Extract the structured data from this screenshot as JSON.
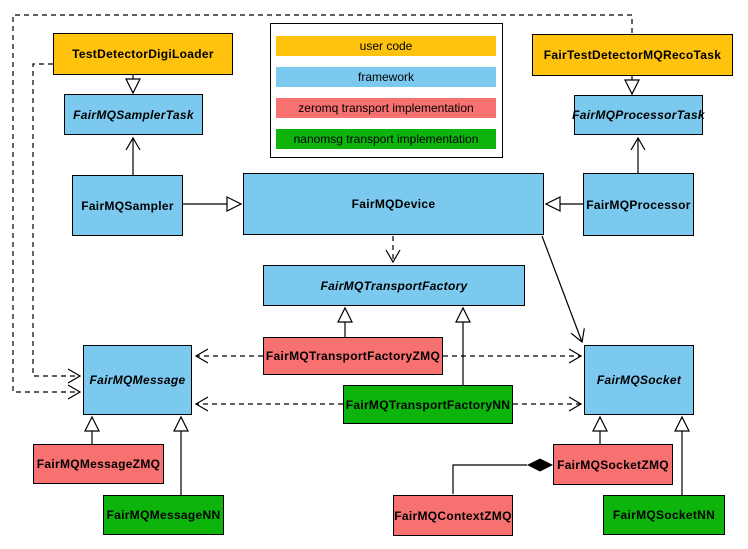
{
  "legend": {
    "items": [
      {
        "label": "user code",
        "color": "#FFC20D"
      },
      {
        "label": "framework",
        "color": "#7CC9EF"
      },
      {
        "label": "zeromq transport implementation",
        "color": "#F87171"
      },
      {
        "label": "nanomsg transport implementation",
        "color": "#0CB40C"
      }
    ]
  },
  "nodes": {
    "testDetectorDigiLoader": {
      "label": "TestDetectorDigiLoader",
      "category": "user code",
      "abstract": false
    },
    "fairTestDetectorMQRecoTask": {
      "label": "FairTestDetectorMQRecoTask",
      "category": "user code",
      "abstract": false
    },
    "fairMQSamplerTask": {
      "label": "FairMQSamplerTask",
      "category": "framework",
      "abstract": true
    },
    "fairMQProcessorTask": {
      "label": "FairMQProcessorTask",
      "category": "framework",
      "abstract": true
    },
    "fairMQSampler": {
      "label": "FairMQSampler",
      "category": "framework",
      "abstract": false
    },
    "fairMQDevice": {
      "label": "FairMQDevice",
      "category": "framework",
      "abstract": false
    },
    "fairMQProcessor": {
      "label": "FairMQProcessor",
      "category": "framework",
      "abstract": false
    },
    "fairMQTransportFactory": {
      "label": "FairMQTransportFactory",
      "category": "framework",
      "abstract": true
    },
    "fairMQTransportFactoryZMQ": {
      "label": "FairMQTransportFactoryZMQ",
      "category": "zeromq transport implementation",
      "abstract": false
    },
    "fairMQTransportFactoryNN": {
      "label": "FairMQTransportFactoryNN",
      "category": "nanomsg transport implementation",
      "abstract": false
    },
    "fairMQMessage": {
      "label": "FairMQMessage",
      "category": "framework",
      "abstract": true
    },
    "fairMQSocket": {
      "label": "FairMQSocket",
      "category": "framework",
      "abstract": true
    },
    "fairMQMessageZMQ": {
      "label": "FairMQMessageZMQ",
      "category": "zeromq transport implementation",
      "abstract": false
    },
    "fairMQMessageNN": {
      "label": "FairMQMessageNN",
      "category": "nanomsg transport implementation",
      "abstract": false
    },
    "fairMQContextZMQ": {
      "label": "FairMQContextZMQ",
      "category": "zeromq transport implementation",
      "abstract": false
    },
    "fairMQSocketZMQ": {
      "label": "FairMQSocketZMQ",
      "category": "zeromq transport implementation",
      "abstract": false
    },
    "fairMQSocketNN": {
      "label": "FairMQSocketNN",
      "category": "nanomsg transport implementation",
      "abstract": false
    }
  },
  "edges": [
    {
      "from": "TestDetectorDigiLoader",
      "to": "FairMQSamplerTask",
      "type": "inheritance"
    },
    {
      "from": "FairTestDetectorMQRecoTask",
      "to": "FairMQProcessorTask",
      "type": "inheritance"
    },
    {
      "from": "FairMQSampler",
      "to": "FairMQDevice",
      "type": "inheritance"
    },
    {
      "from": "FairMQProcessor",
      "to": "FairMQDevice",
      "type": "inheritance"
    },
    {
      "from": "FairMQTransportFactoryZMQ",
      "to": "FairMQTransportFactory",
      "type": "inheritance"
    },
    {
      "from": "FairMQTransportFactoryNN",
      "to": "FairMQTransportFactory",
      "type": "inheritance"
    },
    {
      "from": "FairMQMessageZMQ",
      "to": "FairMQMessage",
      "type": "inheritance"
    },
    {
      "from": "FairMQMessageNN",
      "to": "FairMQMessage",
      "type": "inheritance"
    },
    {
      "from": "FairMQSocketZMQ",
      "to": "FairMQSocket",
      "type": "inheritance"
    },
    {
      "from": "FairMQSocketNN",
      "to": "FairMQSocket",
      "type": "inheritance"
    },
    {
      "from": "FairMQSampler",
      "to": "FairMQSamplerTask",
      "type": "association"
    },
    {
      "from": "FairMQProcessor",
      "to": "FairMQProcessorTask",
      "type": "association"
    },
    {
      "from": "FairMQDevice",
      "to": "FairMQSocket",
      "type": "association"
    },
    {
      "from": "FairMQDevice",
      "to": "FairMQTransportFactory",
      "type": "dependency"
    },
    {
      "from": "FairMQTransportFactoryZMQ",
      "to": "FairMQMessage",
      "type": "dependency"
    },
    {
      "from": "FairMQTransportFactoryZMQ",
      "to": "FairMQSocket",
      "type": "dependency"
    },
    {
      "from": "FairMQTransportFactoryNN",
      "to": "FairMQMessage",
      "type": "dependency"
    },
    {
      "from": "FairMQTransportFactoryNN",
      "to": "FairMQSocket",
      "type": "dependency"
    },
    {
      "from": "FairTestDetectorMQRecoTask",
      "to": "FairMQMessage",
      "type": "dependency"
    },
    {
      "from": "TestDetectorDigiLoader",
      "to": "FairMQMessage",
      "type": "dependency"
    },
    {
      "from": "FairMQContextZMQ",
      "to": "FairMQSocketZMQ",
      "type": "composition"
    }
  ],
  "colors": {
    "user_code": "#FFC20D",
    "framework": "#7CC9EF",
    "zeromq": "#F87171",
    "nanomsg": "#0CB40C",
    "line": "#000000",
    "background": "#FFFFFF"
  }
}
